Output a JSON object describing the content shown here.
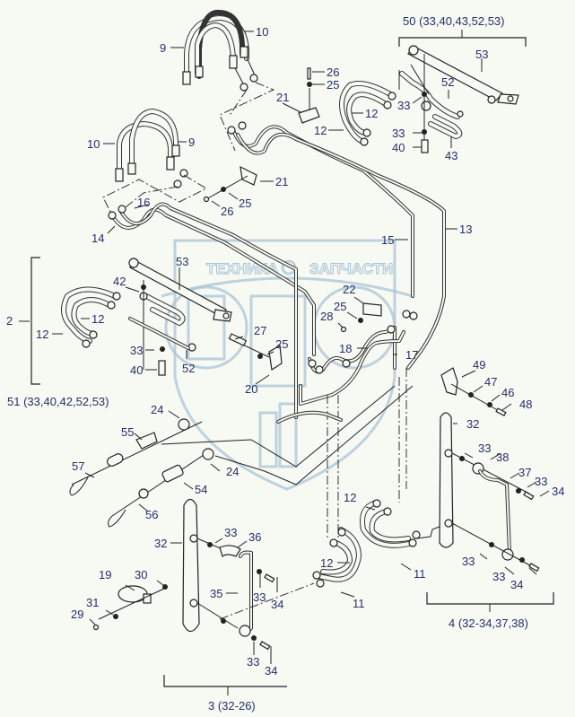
{
  "diagram": {
    "type": "exploded-parts-diagram",
    "watermark": {
      "line1": "ТЕХНИКА",
      "line2": "ЗАПЧАСТИ",
      "logo": "gear-icon"
    },
    "group_labels": {
      "g50": "50 (33,40,43,52,53)",
      "g51": "51 (33,40,42,52,53)",
      "g2": "2",
      "g3": "3 (32-26)",
      "g4": "4 (32-34,37,38)"
    },
    "callouts": [
      {
        "id": "c9a",
        "text": "9"
      },
      {
        "id": "c10a",
        "text": "10"
      },
      {
        "id": "c10b",
        "text": "10"
      },
      {
        "id": "c9b",
        "text": "9"
      },
      {
        "id": "c26a",
        "text": "26"
      },
      {
        "id": "c25a",
        "text": "25"
      },
      {
        "id": "c21a",
        "text": "21"
      },
      {
        "id": "c21b",
        "text": "21"
      },
      {
        "id": "c25b",
        "text": "25"
      },
      {
        "id": "c26b",
        "text": "26"
      },
      {
        "id": "c16",
        "text": "16"
      },
      {
        "id": "c14",
        "text": "14"
      },
      {
        "id": "c53a",
        "text": "53"
      },
      {
        "id": "c52a",
        "text": "52"
      },
      {
        "id": "c33a",
        "text": "33"
      },
      {
        "id": "c12a",
        "text": "12"
      },
      {
        "id": "c12b",
        "text": "12"
      },
      {
        "id": "c33b",
        "text": "33"
      },
      {
        "id": "c40a",
        "text": "40"
      },
      {
        "id": "c43",
        "text": "43"
      },
      {
        "id": "c13",
        "text": "13"
      },
      {
        "id": "c15",
        "text": "15"
      },
      {
        "id": "c53b",
        "text": "53"
      },
      {
        "id": "c42",
        "text": "42"
      },
      {
        "id": "c12c",
        "text": "12"
      },
      {
        "id": "c12d",
        "text": "12"
      },
      {
        "id": "c33c",
        "text": "33"
      },
      {
        "id": "c40b",
        "text": "40"
      },
      {
        "id": "c52b",
        "text": "52"
      },
      {
        "id": "c27",
        "text": "27"
      },
      {
        "id": "c25c",
        "text": "25"
      },
      {
        "id": "c20",
        "text": "20"
      },
      {
        "id": "c22",
        "text": "22"
      },
      {
        "id": "c25d",
        "text": "25"
      },
      {
        "id": "c28",
        "text": "28"
      },
      {
        "id": "c18",
        "text": "18"
      },
      {
        "id": "c17",
        "text": "17"
      },
      {
        "id": "c49",
        "text": "49"
      },
      {
        "id": "c47",
        "text": "47"
      },
      {
        "id": "c46",
        "text": "46"
      },
      {
        "id": "c48",
        "text": "48"
      },
      {
        "id": "c24a",
        "text": "24"
      },
      {
        "id": "c55",
        "text": "55"
      },
      {
        "id": "c57",
        "text": "57"
      },
      {
        "id": "c24b",
        "text": "24"
      },
      {
        "id": "c54",
        "text": "54"
      },
      {
        "id": "c56",
        "text": "56"
      },
      {
        "id": "c32a",
        "text": "32"
      },
      {
        "id": "c33d",
        "text": "33"
      },
      {
        "id": "c36",
        "text": "36"
      },
      {
        "id": "c35",
        "text": "35"
      },
      {
        "id": "c33e",
        "text": "33"
      },
      {
        "id": "c34a",
        "text": "34"
      },
      {
        "id": "c33f",
        "text": "33"
      },
      {
        "id": "c34b",
        "text": "34"
      },
      {
        "id": "c19",
        "text": "19"
      },
      {
        "id": "c30",
        "text": "30"
      },
      {
        "id": "c31",
        "text": "31"
      },
      {
        "id": "c29",
        "text": "29"
      },
      {
        "id": "c12e",
        "text": "12"
      },
      {
        "id": "c12f",
        "text": "12"
      },
      {
        "id": "c11a",
        "text": "11"
      },
      {
        "id": "c11b",
        "text": "11"
      },
      {
        "id": "c32b",
        "text": "32"
      },
      {
        "id": "c33g",
        "text": "33"
      },
      {
        "id": "c38",
        "text": "38"
      },
      {
        "id": "c37",
        "text": "37"
      },
      {
        "id": "c33h",
        "text": "33"
      },
      {
        "id": "c34c",
        "text": "34"
      },
      {
        "id": "c33i",
        "text": "33"
      },
      {
        "id": "c33j",
        "text": "33"
      },
      {
        "id": "c34d",
        "text": "34"
      }
    ]
  }
}
